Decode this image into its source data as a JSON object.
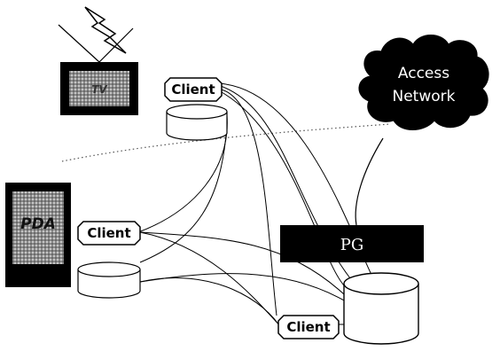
{
  "diagram": {
    "labels": {
      "client": "Client",
      "access_network_line1": "Access",
      "access_network_line2": "Network",
      "pg": "PG",
      "pda": "PDA",
      "tv": "TV"
    },
    "icons": {
      "lightning": "lightning-bolt-icon",
      "antenna": "antenna-icon",
      "tv": "tv-icon",
      "pda": "pda-icon",
      "storage": "database-cylinder-icon",
      "cloud": "cloud-icon"
    },
    "colors": {
      "background": "#ffffff",
      "ink": "#000000",
      "screen": "#9a9a9a",
      "cloud_fill": "#000000",
      "pg_fill": "#000000"
    }
  }
}
